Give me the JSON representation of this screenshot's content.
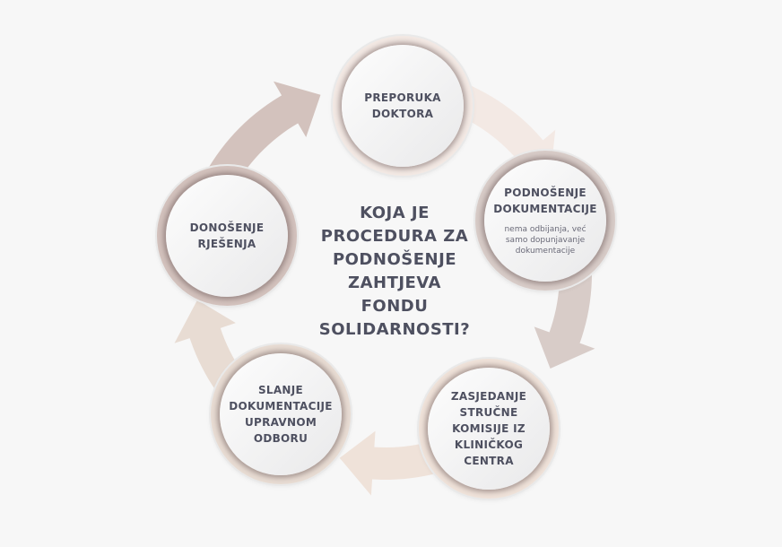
{
  "title": "KOJA JE\nPROCEDURA ZA\nPODNOŠENJE\nZAHTJEVA\nFONDU\nSOLIDARNOSTI?",
  "steps": [
    {
      "label": "PREPORUKA\nDOKTORA",
      "ring_color": "#f3e9e4"
    },
    {
      "label": "PODNOŠENJE\nDOKUMENTACIJE",
      "note": "nema odbijanja, već\nsamo dopunjavanje\ndokumentacije",
      "ring_color": "#d8ccc8"
    },
    {
      "label": "ZASJEDANJE\nSTRUČNE\nKOMISIJE IZ\nKLINIČKOG\nCENTRA",
      "ring_color": "#efe2d9"
    },
    {
      "label": "SLANJE\nDOKUMENTACIJE\nUPRAVNOM\nODBORU",
      "ring_color": "#e8dcd3"
    },
    {
      "label": "DONOŠENJE\nRJEŠENJA",
      "ring_color": "#d3c2bd"
    }
  ],
  "arrow_colors": [
    "#f3e9e4",
    "#d8ccc8",
    "#efe2d9",
    "#e8dcd3",
    "#d3c2bd"
  ]
}
